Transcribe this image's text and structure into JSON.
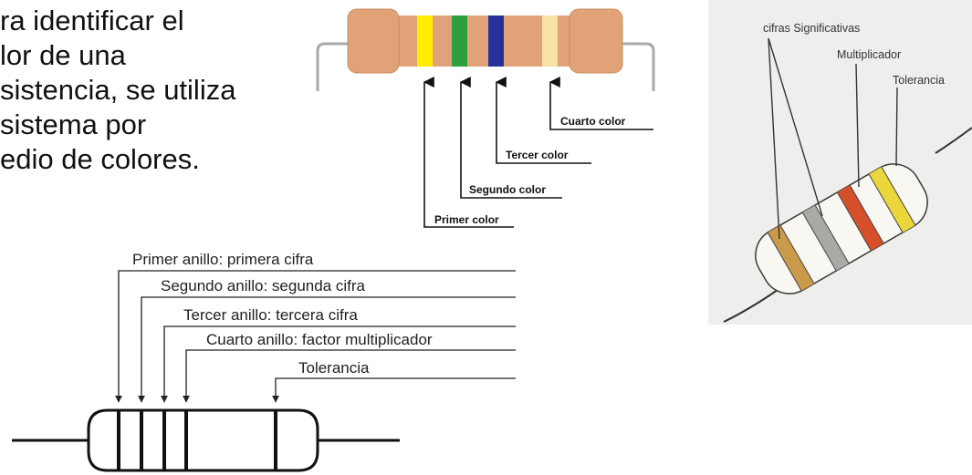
{
  "intro_lines": [
    "ra identificar el",
    "lor de una",
    "sistencia, se utiliza",
    "sistema por",
    "edio de colores."
  ],
  "top_resistor": {
    "band_colors": [
      "#ffee00",
      "#2e9e3e",
      "#25329c",
      "#f6e2a6"
    ],
    "body_color": "#e2a278",
    "labels": [
      "Cuarto color",
      "Tercer color",
      "Segundo color",
      "Primer color"
    ]
  },
  "bottom_diagram": {
    "labels": [
      "Primer anillo: primera cifra",
      "Segundo anillo: segunda cifra",
      "Tercer anillo: tercera cifra",
      "Cuarto anillo: factor multiplicador",
      "Tolerancia"
    ]
  },
  "photo_resistor": {
    "labels": [
      "cifras Significativas",
      "Multiplicador",
      "Tolerancia"
    ],
    "band_colors": [
      "#c99a4a",
      "#a9a9a6",
      "#d5502a",
      "#ebd63b"
    ],
    "background": "#efeeec"
  }
}
